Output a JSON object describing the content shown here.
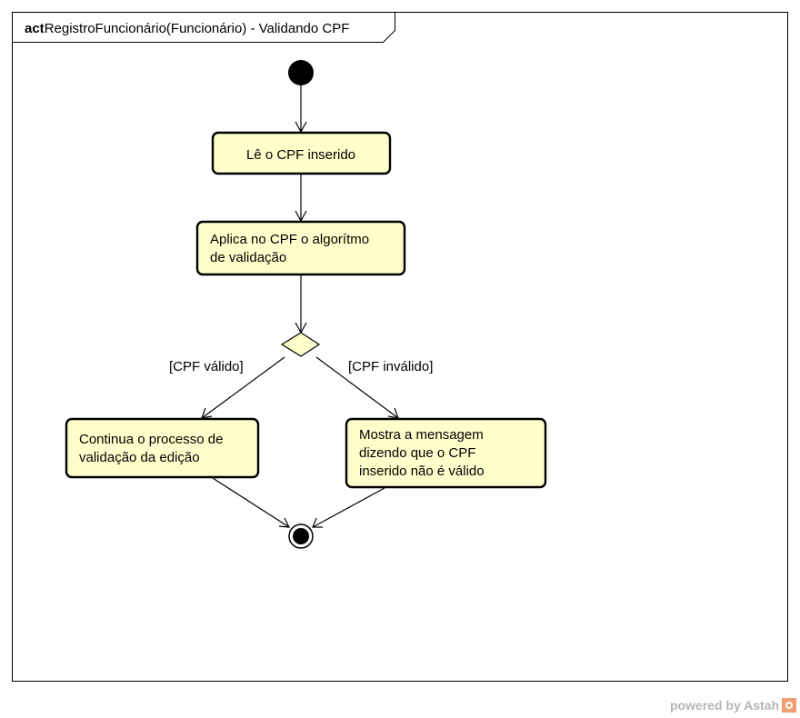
{
  "frame": {
    "keyword": "act",
    "title": "RegistroFuncionário(Funcionário) - Validando CPF"
  },
  "actions": {
    "read_cpf": [
      "Lê o CPF inserido"
    ],
    "apply_algorithm": [
      "Aplica no CPF o algorítmo",
      "de validação"
    ],
    "continue_process": [
      "Continua o processo de",
      "validação da edição"
    ],
    "show_message": [
      "Mostra a mensagem",
      "dizendo que o CPF",
      "inserido não é válido"
    ]
  },
  "guards": {
    "valid": "[CPF válido]",
    "invalid": "[CPF inválido]"
  },
  "watermark": {
    "text": "powered by Astah",
    "logo_color": "#f0a070"
  },
  "colors": {
    "action_fill": "#ffffcc",
    "stroke": "#000000"
  }
}
